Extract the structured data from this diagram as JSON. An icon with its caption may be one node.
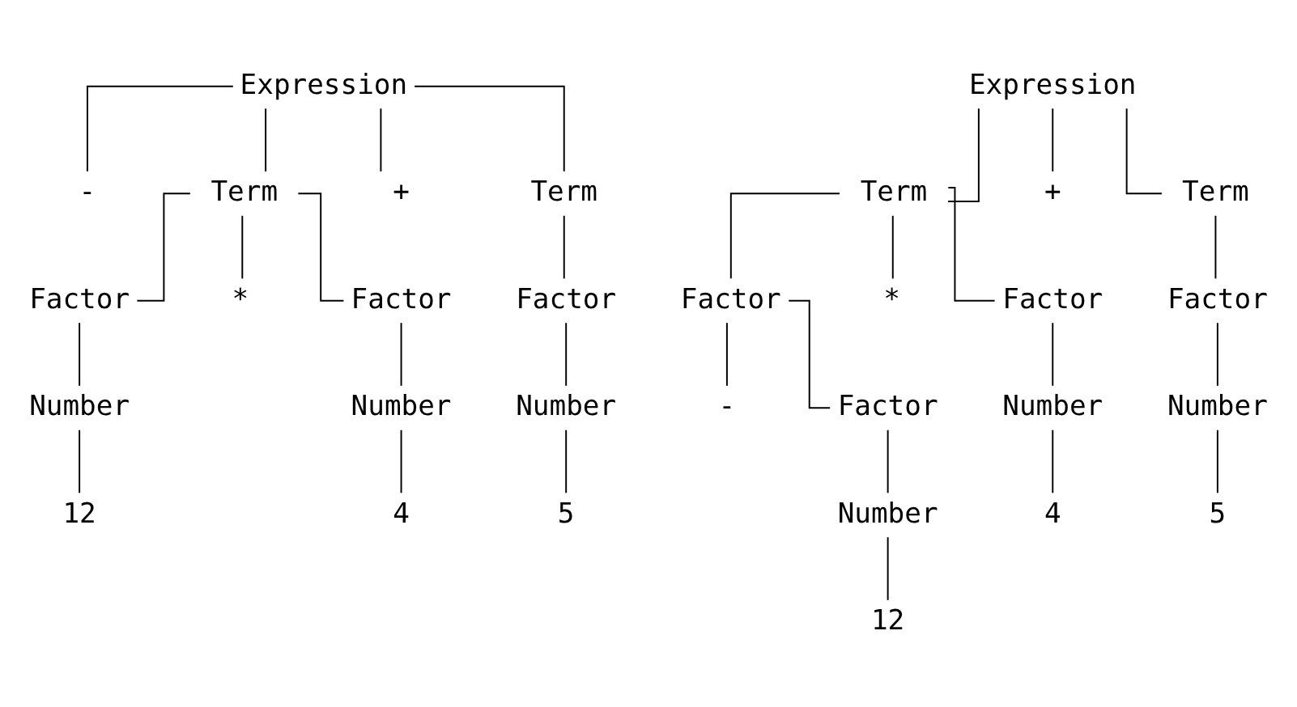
{
  "diagram": {
    "nodes": [
      {
        "text": [
          "Expression"
        ]
      },
      {
        "text": [
          "-"
        ]
      },
      {
        "text": [
          "Term"
        ]
      },
      {
        "text": [
          "+"
        ]
      },
      {
        "text": [
          "Term"
        ]
      },
      {
        "text": [
          "Factor"
        ]
      },
      {
        "text": [
          "*"
        ]
      },
      {
        "text": [
          "Factor"
        ]
      },
      {
        "text": [
          "Factor"
        ]
      },
      {
        "text": [
          "Number"
        ]
      },
      {
        "text": [
          "Number"
        ]
      },
      {
        "text": [
          "Number"
        ]
      },
      {
        "text": [
          "12"
        ]
      },
      {
        "text": [
          "4"
        ]
      },
      {
        "text": [
          "5"
        ]
      },
      {
        "text": [
          "Expression"
        ]
      },
      {
        "text": [
          "Term"
        ]
      },
      {
        "text": [
          "+"
        ]
      },
      {
        "text": [
          "Term"
        ]
      },
      {
        "text": [
          "Factor"
        ]
      },
      {
        "text": [
          "*"
        ]
      },
      {
        "text": [
          "Factor"
        ]
      },
      {
        "text": [
          "Factor"
        ]
      },
      {
        "text": [
          "-"
        ]
      },
      {
        "text": [
          "Factor"
        ]
      },
      {
        "text": [
          "Number"
        ]
      },
      {
        "text": [
          "Number"
        ]
      },
      {
        "text": [
          "Number"
        ]
      },
      {
        "text": [
          "4"
        ]
      },
      {
        "text": [
          "5"
        ]
      },
      {
        "text": [
          "12"
        ]
      }
    ],
    "edges": [
      {
        "from": 0,
        "to": 1,
        "arrow": "none"
      },
      {
        "from": 0,
        "to": 2,
        "arrow": "none"
      },
      {
        "from": 0,
        "to": 3,
        "arrow": "none"
      },
      {
        "from": 0,
        "to": 4,
        "arrow": "none"
      },
      {
        "from": 2,
        "to": 5,
        "arrow": "none"
      },
      {
        "from": 2,
        "to": 6,
        "arrow": "none"
      },
      {
        "from": 2,
        "to": 7,
        "arrow": "none"
      },
      {
        "from": 4,
        "to": 8,
        "arrow": "none"
      },
      {
        "from": 5,
        "to": 9,
        "arrow": "none"
      },
      {
        "from": 7,
        "to": 10,
        "arrow": "none"
      },
      {
        "from": 8,
        "to": 11,
        "arrow": "none"
      },
      {
        "from": 9,
        "to": 12,
        "arrow": "none"
      },
      {
        "from": 10,
        "to": 13,
        "arrow": "none"
      },
      {
        "from": 11,
        "to": 14,
        "arrow": "none"
      },
      {
        "from": 15,
        "to": 16,
        "arrow": "none"
      },
      {
        "from": 15,
        "to": 17,
        "arrow": "none"
      },
      {
        "from": 15,
        "to": 18,
        "arrow": "none"
      },
      {
        "from": 16,
        "to": 19,
        "arrow": "none"
      },
      {
        "from": 16,
        "to": 20,
        "arrow": "none"
      },
      {
        "from": 16,
        "to": 21,
        "arrow": "none"
      },
      {
        "from": 18,
        "to": 22,
        "arrow": "none"
      },
      {
        "from": 19,
        "to": 23,
        "arrow": "none"
      },
      {
        "from": 19,
        "to": 24,
        "arrow": "none"
      },
      {
        "from": 21,
        "to": 25,
        "arrow": "none"
      },
      {
        "from": 22,
        "to": 26,
        "arrow": "none"
      },
      {
        "from": 24,
        "to": 27,
        "arrow": "none"
      },
      {
        "from": 25,
        "to": 28,
        "arrow": "none"
      },
      {
        "from": 26,
        "to": 29,
        "arrow": "none"
      },
      {
        "from": 27,
        "to": 30,
        "arrow": "none"
      }
    ]
  }
}
